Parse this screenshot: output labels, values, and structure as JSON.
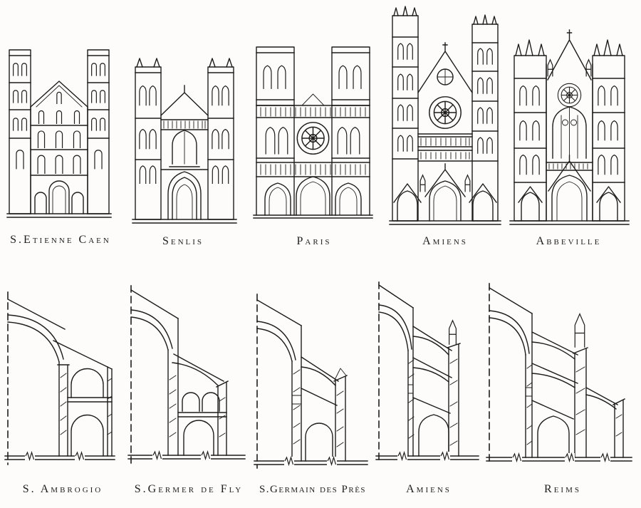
{
  "figure": {
    "paper_color": "#fdfcfa",
    "ink_color": "#1f1d1a",
    "facades": [
      {
        "label": "S.Etienne Caen"
      },
      {
        "label": "Senlis"
      },
      {
        "label": "Paris"
      },
      {
        "label": "Amiens"
      },
      {
        "label": "Abbeville"
      }
    ],
    "sections": [
      {
        "label": "S. Ambrogio"
      },
      {
        "label": "S.Germer de Fly"
      },
      {
        "label": "S.Germain des Près"
      },
      {
        "label": "Amiens"
      },
      {
        "label": "Reims"
      }
    ]
  }
}
